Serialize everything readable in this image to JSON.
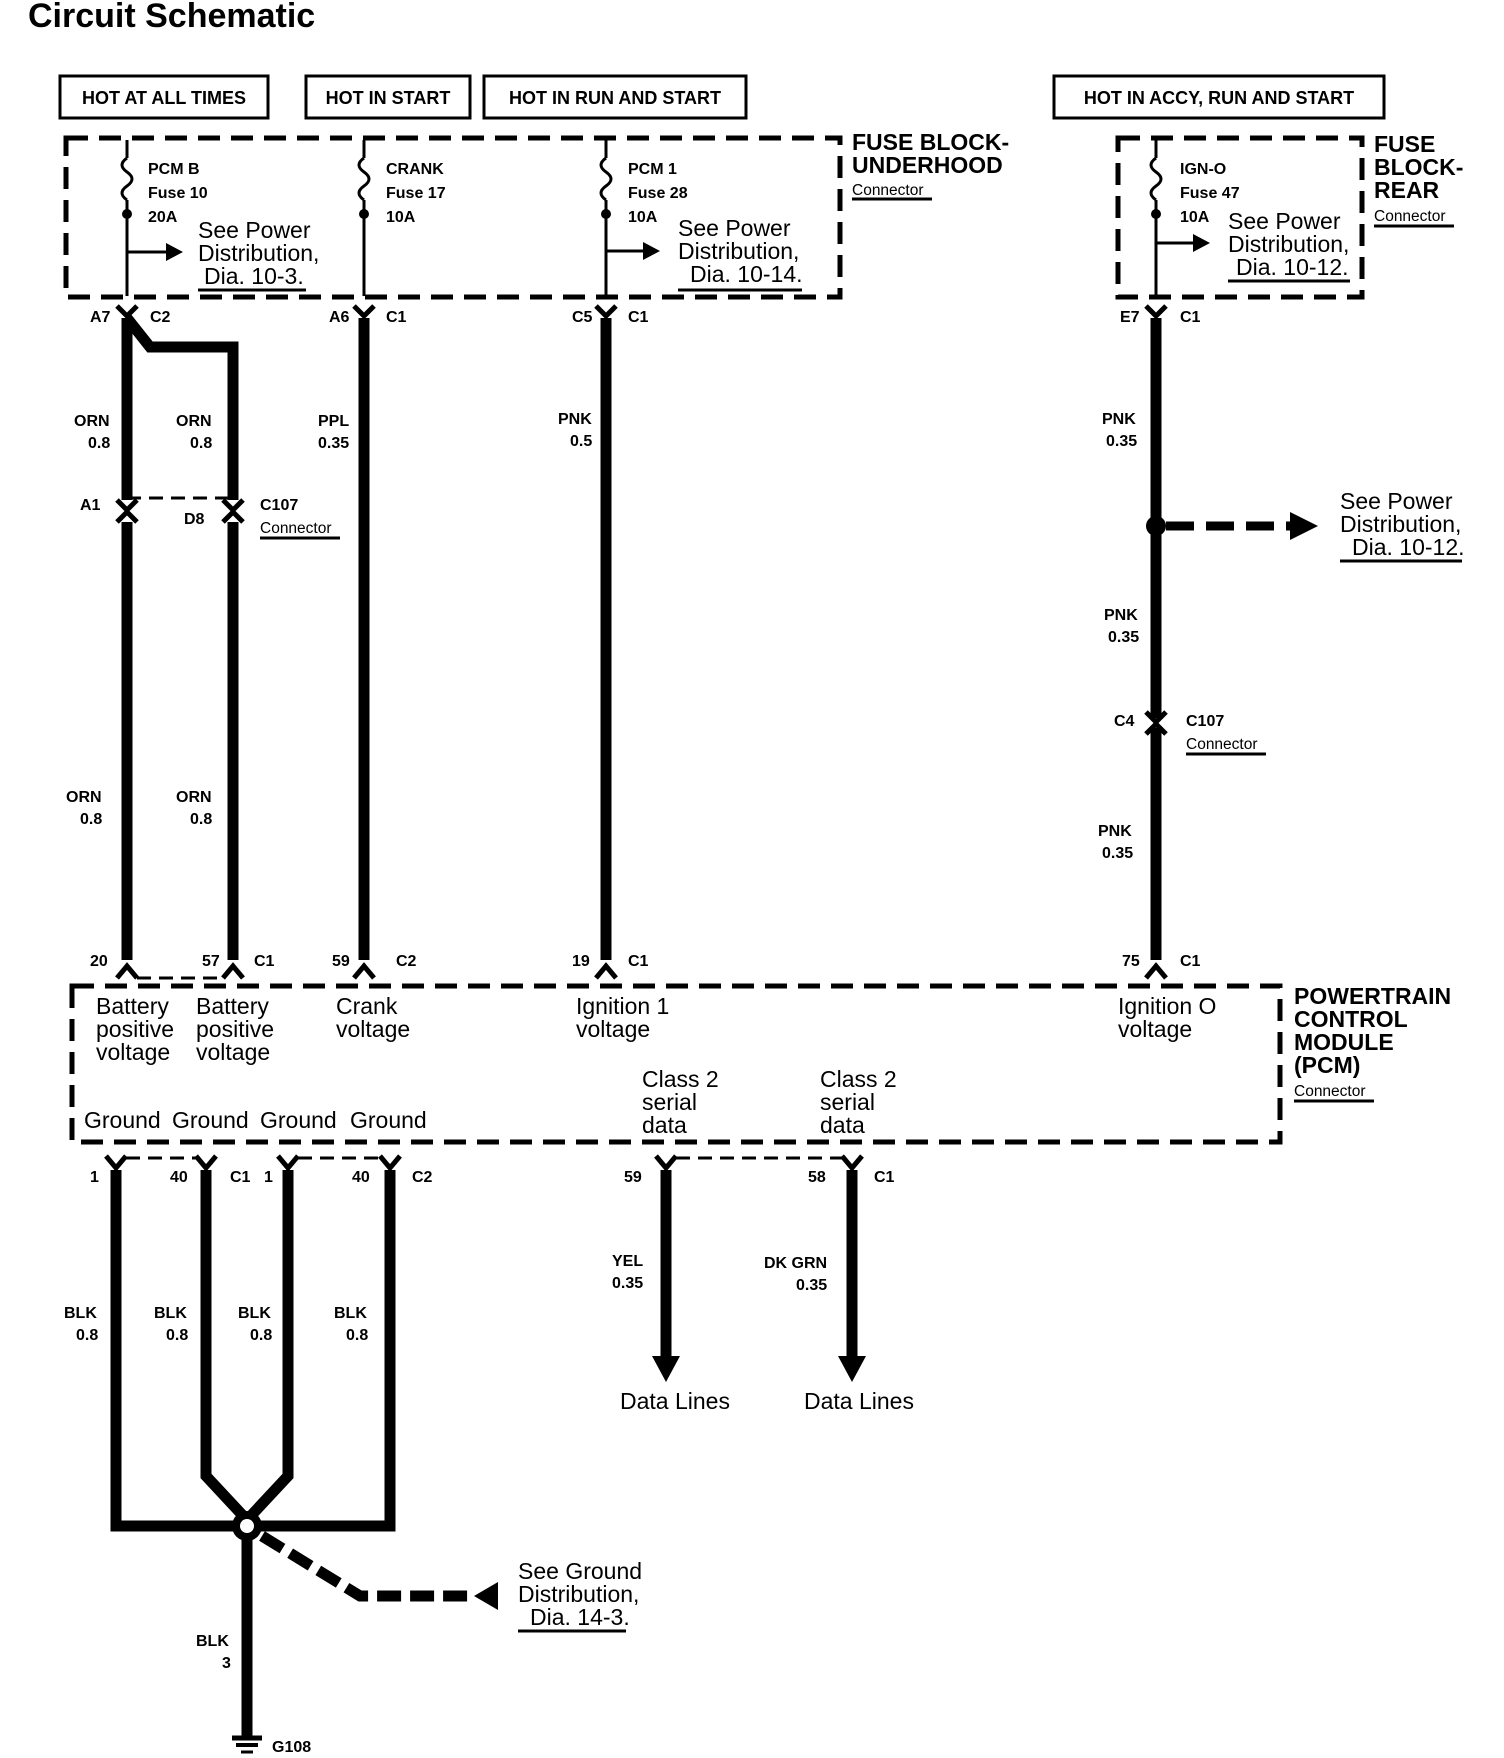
{
  "title": "Circuit Schematic",
  "headers": {
    "hot_all_times": "HOT AT ALL TIMES",
    "hot_in_start": "HOT IN START",
    "hot_run_start": "HOT IN RUN AND START",
    "hot_accy": "HOT IN ACCY, RUN AND START"
  },
  "fuse_block_underhood": {
    "line1": "FUSE BLOCK-",
    "line2": "UNDERHOOD",
    "connector": "Connector",
    "fuses": [
      {
        "name": "PCM B",
        "fuse": "Fuse 10",
        "rating": "20A"
      },
      {
        "name": "CRANK",
        "fuse": "Fuse 17",
        "rating": "10A"
      },
      {
        "name": "PCM 1",
        "fuse": "Fuse 28",
        "rating": "10A"
      }
    ],
    "refs": [
      {
        "l1": "See Power",
        "l2": "Distribution,",
        "l3": "Dia. 10-3."
      },
      {
        "l1": "See Power",
        "l2": "Distribution,",
        "l3": "Dia. 10-14."
      }
    ],
    "pins": [
      {
        "pin": "A7",
        "conn": "C2"
      },
      {
        "pin": "A6",
        "conn": "C1"
      },
      {
        "pin": "C5",
        "conn": "C1"
      }
    ]
  },
  "fuse_block_rear": {
    "line1": "FUSE",
    "line2": "BLOCK-",
    "line3": "REAR",
    "connector": "Connector",
    "fuse": {
      "name": "IGN-O",
      "fuse": "Fuse 47",
      "rating": "10A"
    },
    "ref": {
      "l1": "See Power",
      "l2": "Distribution,",
      "l3": "Dia. 10-12."
    },
    "pin": {
      "pin": "E7",
      "conn": "C1"
    }
  },
  "wires": {
    "orn_a": {
      "color": "ORN",
      "size": "0.8"
    },
    "orn_b": {
      "color": "ORN",
      "size": "0.8"
    },
    "ppl": {
      "color": "PPL",
      "size": "0.35"
    },
    "pnk_1": {
      "color": "PNK",
      "size": "0.5"
    },
    "pnk_r1": {
      "color": "PNK",
      "size": "0.35"
    },
    "orn_c": {
      "color": "ORN",
      "size": "0.8"
    },
    "orn_d": {
      "color": "ORN",
      "size": "0.8"
    },
    "pnk_r2": {
      "color": "PNK",
      "size": "0.35"
    },
    "pnk_r3": {
      "color": "PNK",
      "size": "0.35"
    },
    "blk_1": {
      "color": "BLK",
      "size": "0.8"
    },
    "blk_2": {
      "color": "BLK",
      "size": "0.8"
    },
    "blk_3": {
      "color": "BLK",
      "size": "0.8"
    },
    "blk_4": {
      "color": "BLK",
      "size": "0.8"
    },
    "yel": {
      "color": "YEL",
      "size": "0.35"
    },
    "dkgrn": {
      "color": "DK GRN",
      "size": "0.35"
    },
    "blk_main": {
      "color": "BLK",
      "size": "3"
    }
  },
  "c107_left": {
    "pin_a": "A1",
    "pin_b": "D8",
    "name": "C107",
    "connector": "Connector"
  },
  "c107_right": {
    "pin": "C4",
    "name": "C107",
    "connector": "Connector"
  },
  "side_ref": {
    "l1": "See Power",
    "l2": "Distribution,",
    "l3": "Dia. 10-12."
  },
  "pcm_top_pins": {
    "p20": "20",
    "p57": "57",
    "c1a": "C1",
    "p59": "59",
    "c2": "C2",
    "p19": "19",
    "c1b": "C1",
    "p75": "75",
    "c1c": "C1"
  },
  "pcm": {
    "line1": "POWERTRAIN",
    "line2": "CONTROL",
    "line3": "MODULE",
    "line4": "(PCM)",
    "connector": "Connector",
    "batt1": [
      "Battery",
      "positive",
      "voltage"
    ],
    "batt2": [
      "Battery",
      "positive",
      "voltage"
    ],
    "crank": [
      "Crank",
      "voltage"
    ],
    "ign1": [
      "Ignition 1",
      "voltage"
    ],
    "igno": [
      "Ignition O",
      "voltage"
    ],
    "class2a": [
      "Class 2",
      "serial",
      "data"
    ],
    "class2b": [
      "Class 2",
      "serial",
      "data"
    ],
    "grounds": [
      "Ground",
      "Ground",
      "Ground",
      "Ground"
    ]
  },
  "pcm_bottom_pins": {
    "p1a": "1",
    "p40a": "40",
    "c1a": "C1",
    "p1b": "1",
    "p40b": "40",
    "c2": "C2",
    "p59": "59",
    "p58": "58",
    "c1b": "C1"
  },
  "data_lines": {
    "left": "Data Lines",
    "right": "Data Lines"
  },
  "ground_ref": {
    "l1": "See Ground",
    "l2": "Distribution,",
    "l3": "Dia. 14-3."
  },
  "ground_name": "G108"
}
